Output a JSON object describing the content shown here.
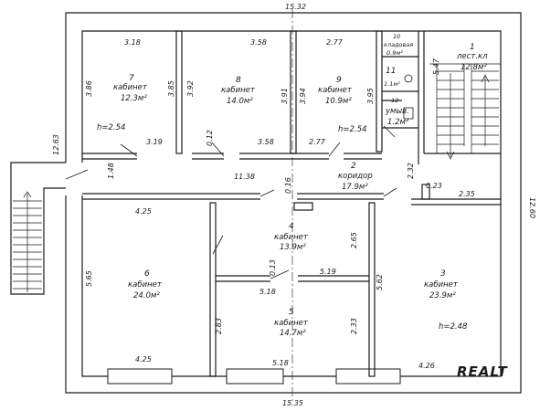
{
  "overall": {
    "top_width": "15.32",
    "bottom_width": "15.35",
    "right_height": "12.60",
    "left_height": "12.63"
  },
  "rooms": [
    {
      "id": "r7",
      "number": "7",
      "name": "кабинет",
      "area": "12.3м²",
      "dims": [
        "3.18",
        "3.86",
        "3.85",
        "3.19"
      ]
    },
    {
      "id": "r8",
      "number": "8",
      "name": "кабинет",
      "area": "14.0м²",
      "dims": [
        "3.58",
        "3.92",
        "3.91",
        "3.58"
      ]
    },
    {
      "id": "r9",
      "number": "9",
      "name": "кабинет",
      "area": "10.9м²",
      "dims": [
        "2.77",
        "3.94",
        "3.95",
        "2.77"
      ]
    },
    {
      "id": "r1",
      "number": "1",
      "name": "лест.кл",
      "area": "12.8м²",
      "dims": [
        "5.47"
      ]
    },
    {
      "id": "r10",
      "number": "10",
      "name": "кладовая",
      "area": "0.9м²",
      "dims": []
    },
    {
      "id": "r11",
      "number": "11",
      "name": "",
      "area": "1.1м²",
      "dims": []
    },
    {
      "id": "r12",
      "number": "12",
      "name": "умыв.",
      "area": "1.2м²",
      "dims": []
    },
    {
      "id": "r2",
      "number": "2",
      "name": "коридор",
      "area": "17.9м²",
      "dims": [
        "11.38",
        "1.48",
        "0.16",
        "2.32",
        "0.23",
        "2.35"
      ]
    },
    {
      "id": "r4",
      "number": "4",
      "name": "кабинет",
      "area": "13.9м²",
      "dims": [
        "2.65",
        "0.13",
        "5.19"
      ]
    },
    {
      "id": "r6",
      "number": "6",
      "name": "кабинет",
      "area": "24.0м²",
      "dims": [
        "4.25",
        "5.65",
        "4.25"
      ]
    },
    {
      "id": "r5",
      "number": "5",
      "name": "кабинет",
      "area": "14.7м²",
      "dims": [
        "5.18",
        "2.83",
        "2.33",
        "5.18"
      ]
    },
    {
      "id": "r3",
      "number": "3",
      "name": "кабинет",
      "area": "23.9м²",
      "dims": [
        "5.62",
        "4.26"
      ]
    }
  ],
  "heights": {
    "h7": "h=2.54",
    "h9": "h=2.54",
    "h3": "h=2.48"
  },
  "misc": {
    "wall_thickness": "0.12",
    "watermark": "REALT"
  }
}
